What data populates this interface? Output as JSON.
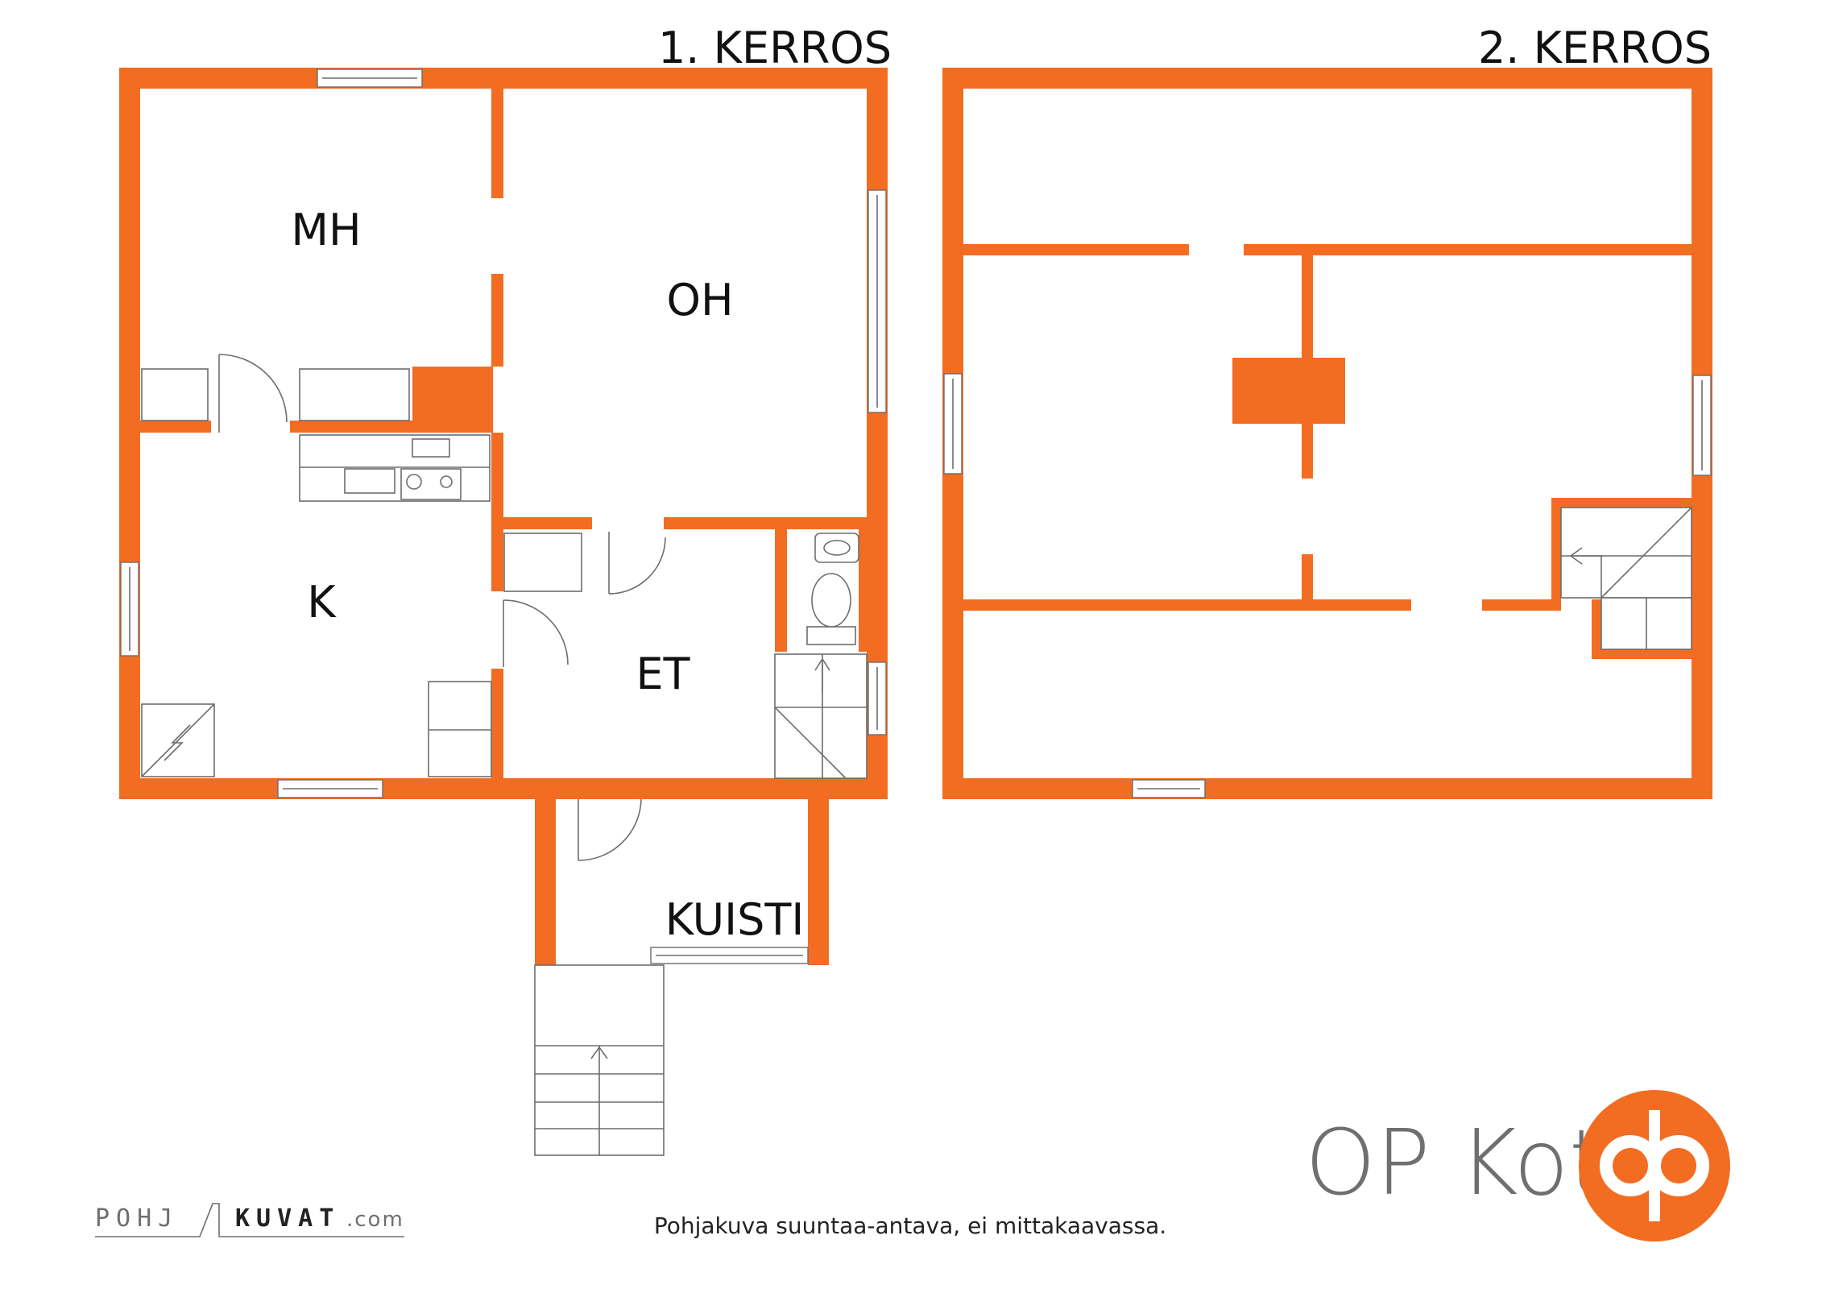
{
  "floors": [
    {
      "title": "1. KERROS"
    },
    {
      "title": "2. KERROS"
    }
  ],
  "rooms": {
    "mh": "MH",
    "oh": "OH",
    "k": "K",
    "et": "ET",
    "kuisti": "KUISTI"
  },
  "disclaimer": "Pohjakuva suuntaa-antava, ei mittakaavassa.",
  "brand": {
    "name": "OP Koti",
    "accent_color": "#f26d21",
    "logo_icon": "op-logo-icon"
  },
  "credit": {
    "part1": "POHJ",
    "part2": "KUVAT",
    "suffix": ".com"
  }
}
